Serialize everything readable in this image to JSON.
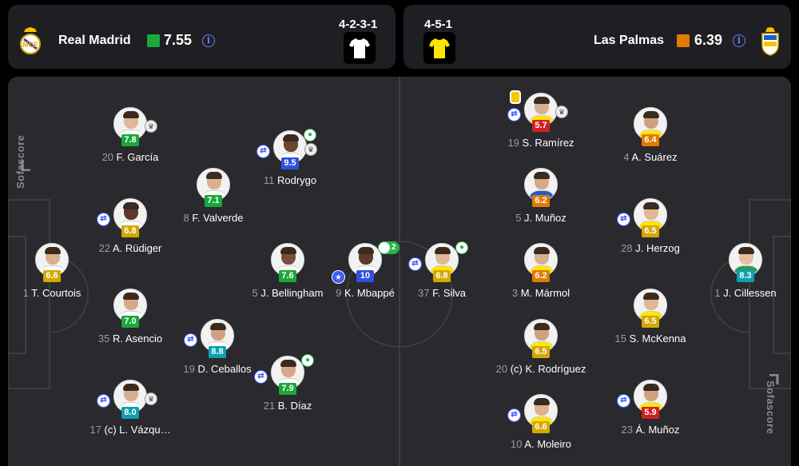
{
  "colors": {
    "green": "#19a83a",
    "darkgreen": "#19a83a",
    "blue": "#2f50e0",
    "yellow": "#d4a800",
    "orange": "#e07b00",
    "red": "#d32020",
    "teal": "#0e9fb0"
  },
  "home": {
    "name": "Real Madrid",
    "rating": "7.55",
    "rating_color": "#19a83a",
    "formation": "4-2-3-1",
    "kit_color": "#ffffff",
    "crest": "real-madrid-crest"
  },
  "away": {
    "name": "Las Palmas",
    "rating": "6.39",
    "rating_color": "#e07b00",
    "formation": "4-5-1",
    "kit_color": "#ffe600",
    "crest": "las-palmas-crest"
  },
  "watermark": "Sofascore",
  "players": [
    {
      "id": "courtois",
      "num": "1",
      "name": "T. Courtois",
      "rating": "6.6",
      "color": "#d4a800",
      "icons": []
    },
    {
      "id": "garcia",
      "num": "20",
      "name": "F. García",
      "rating": "7.8",
      "color": "#19a83a",
      "icons": [
        "badge"
      ]
    },
    {
      "id": "rudiger",
      "num": "22",
      "name": "A. Rüdiger",
      "rating": "6.8",
      "color": "#d4a800",
      "icons": [
        "sub"
      ]
    },
    {
      "id": "asencio",
      "num": "35",
      "name": "R. Asencio",
      "rating": "7.0",
      "color": "#19a83a",
      "icons": []
    },
    {
      "id": "vazquez",
      "num": "17",
      "name": "(c) L. Vázqu…",
      "rating": "8.0",
      "color": "#0e9fb0",
      "icons": [
        "sub",
        "badge"
      ]
    },
    {
      "id": "valverde",
      "num": "8",
      "name": "F. Valverde",
      "rating": "7.1",
      "color": "#19a83a",
      "icons": []
    },
    {
      "id": "ceballos",
      "num": "19",
      "name": "D. Ceballos",
      "rating": "8.8",
      "color": "#0e9fb0",
      "icons": [
        "sub"
      ]
    },
    {
      "id": "rodrygo",
      "num": "11",
      "name": "Rodrygo",
      "rating": "9.5",
      "color": "#2f50e0",
      "icons": [
        "sub",
        "goal",
        "badge"
      ]
    },
    {
      "id": "bellingham",
      "num": "5",
      "name": "J. Bellingham",
      "rating": "7.6",
      "color": "#19a83a",
      "icons": []
    },
    {
      "id": "diaz",
      "num": "21",
      "name": "B. Díaz",
      "rating": "7.9",
      "color": "#19a83a",
      "icons": [
        "sub",
        "goal"
      ]
    },
    {
      "id": "mbappe",
      "num": "9",
      "name": "K. Mbappé",
      "rating": "10",
      "color": "#2f50e0",
      "icons": [
        "motm",
        "goal2"
      ]
    },
    {
      "id": "silva",
      "num": "37",
      "name": "F. Silva",
      "rating": "6.8",
      "color": "#d4a800",
      "icons": [
        "sub",
        "goal"
      ]
    },
    {
      "id": "ramirez",
      "num": "19",
      "name": "S. Ramírez",
      "rating": "5.7",
      "color": "#d32020",
      "icons": [
        "yellow",
        "sub",
        "badge"
      ]
    },
    {
      "id": "munozj",
      "num": "5",
      "name": "J. Muñoz",
      "rating": "6.2",
      "color": "#e07b00",
      "icons": []
    },
    {
      "id": "marmol",
      "num": "3",
      "name": "M. Mármol",
      "rating": "6.2",
      "color": "#e07b00",
      "icons": []
    },
    {
      "id": "rodriguez",
      "num": "20",
      "name": "(c) K. Rodríguez",
      "rating": "6.5",
      "color": "#d4a800",
      "icons": []
    },
    {
      "id": "moleiro",
      "num": "10",
      "name": "A. Moleiro",
      "rating": "6.6",
      "color": "#d4a800",
      "icons": [
        "sub"
      ]
    },
    {
      "id": "suarez",
      "num": "4",
      "name": "A. Suárez",
      "rating": "6.4",
      "color": "#e07b00",
      "icons": []
    },
    {
      "id": "herzog",
      "num": "28",
      "name": "J. Herzog",
      "rating": "6.5",
      "color": "#d4a800",
      "icons": [
        "sub"
      ]
    },
    {
      "id": "mckenna",
      "num": "15",
      "name": "S. McKenna",
      "rating": "6.5",
      "color": "#d4a800",
      "icons": []
    },
    {
      "id": "munoza",
      "num": "23",
      "name": "Á. Muñoz",
      "rating": "5.9",
      "color": "#d32020",
      "icons": [
        "sub"
      ]
    },
    {
      "id": "cillessen",
      "num": "1",
      "name": "J. Cillessen",
      "rating": "8.3",
      "color": "#0e9fb0",
      "icons": []
    }
  ]
}
